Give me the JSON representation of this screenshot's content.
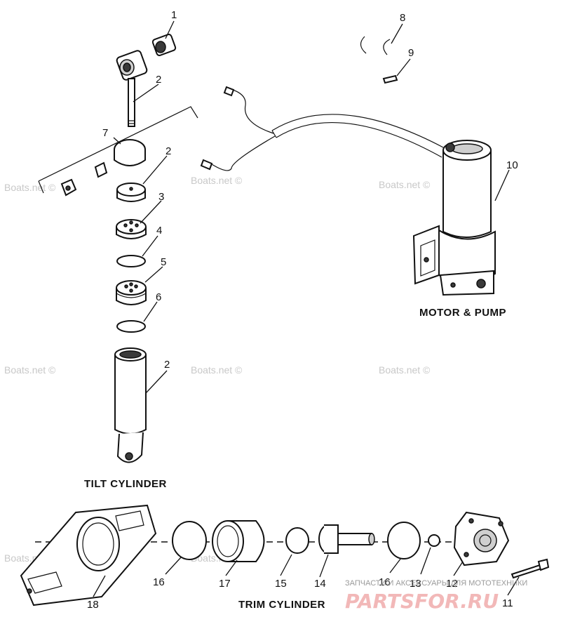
{
  "watermark": "Boats.net ©",
  "captions": {
    "motor_pump": "MOTOR & PUMP",
    "tilt_cylinder": "TILT CYLINDER",
    "trim_cylinder": "TRIM CYLINDER"
  },
  "callouts": {
    "c1": "1",
    "c2_pin": "2",
    "c2_cap": "2",
    "c2_tube": "2",
    "c3": "3",
    "c4": "4",
    "c5": "5",
    "c6": "6",
    "c7": "7",
    "c8": "8",
    "c9": "9",
    "c10": "10",
    "c11": "11",
    "c12": "12",
    "c13": "13",
    "c14": "14",
    "c15": "15",
    "c16_left": "16",
    "c16_right": "16",
    "c17": "17",
    "c18": "18"
  },
  "shop_banner": {
    "text": "ЗАПЧАСТИ И АКСЕССУАРЫ ДЛЯ МОТОТЕХНИКИ",
    "logo": "PARTSFOR.RU"
  },
  "colors": {
    "line": "#111111",
    "watermark": "#c8c8c8",
    "logo": "#f2b8b8"
  }
}
